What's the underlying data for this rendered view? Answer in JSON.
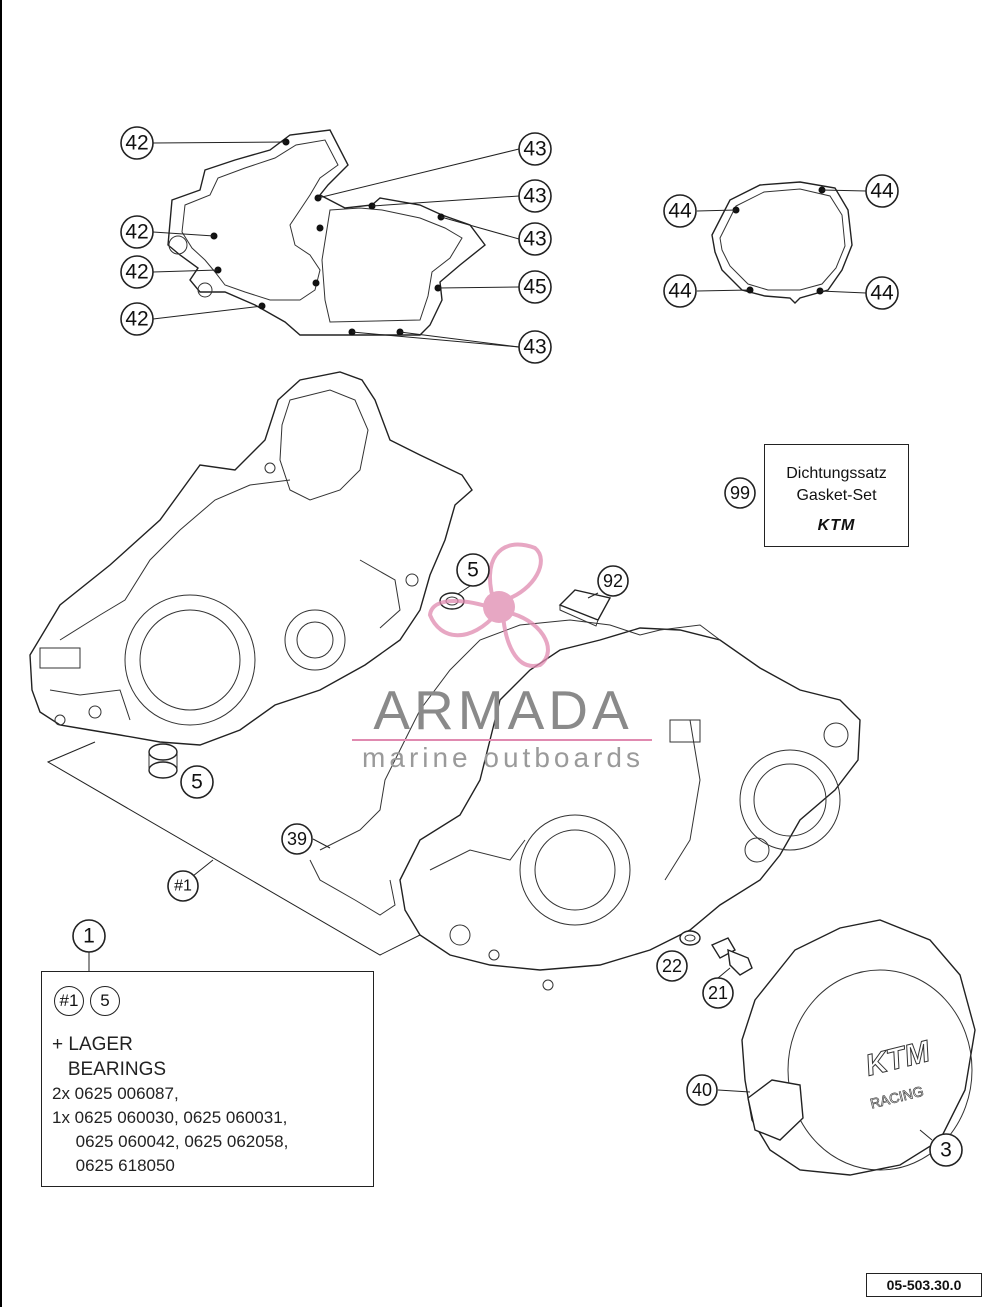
{
  "callouts": {
    "c42a": "42",
    "c42b": "42",
    "c42c": "42",
    "c42d": "42",
    "c43a": "43",
    "c43b": "43",
    "c43c": "43",
    "c43d": "43",
    "c45": "45",
    "c44a": "44",
    "c44b": "44",
    "c44c": "44",
    "c44d": "44",
    "c99": "99",
    "c5a": "5",
    "c5b": "5",
    "c92": "92",
    "c39": "39",
    "c1hash": "#1",
    "c1": "1",
    "c22": "22",
    "c21": "21",
    "c40": "40",
    "c3": "3"
  },
  "gasket_set": {
    "line1": "Dichtungssatz",
    "line2": "Gasket-Set",
    "logo": "KTM"
  },
  "bearing_box": {
    "ref_a": "#1",
    "ref_b": "5",
    "line1": "+ LAGER",
    "line2": "   BEARINGS",
    "line3": "2x 0625 006087,",
    "line4": "1x 0625 060030, 0625 060031,",
    "line5": "     0625 060042, 0625 062058,",
    "line6": "     0625 618050"
  },
  "watermark": {
    "brand": "ARMADA",
    "tagline": "marine outboards"
  },
  "reference_code": "05-503.30.0",
  "colors": {
    "line": "#222222",
    "watermark_pink": "#e08ab0",
    "watermark_gray": "#8a8a8a"
  }
}
